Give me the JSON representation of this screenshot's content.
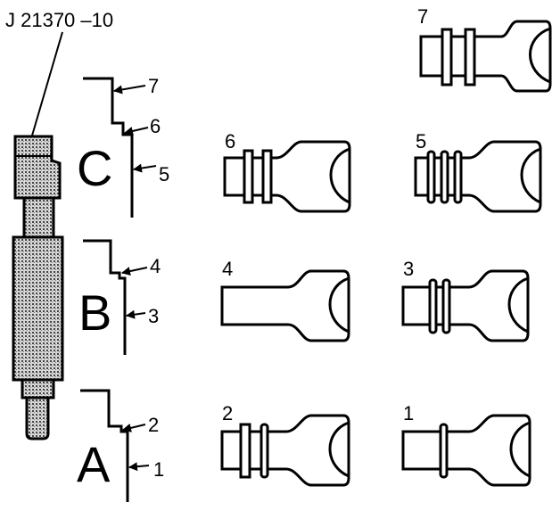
{
  "tool_label": "J 21370 –10",
  "sections": [
    {
      "letter": "C",
      "upper_step": "7",
      "lower_step": "6",
      "bore": "5"
    },
    {
      "letter": "B",
      "upper_step": "4",
      "bore": "3"
    },
    {
      "letter": "A",
      "upper_step": "2",
      "bore": "1"
    }
  ],
  "valves": [
    {
      "number": "7"
    },
    {
      "number": "6"
    },
    {
      "number": "5"
    },
    {
      "number": "4"
    },
    {
      "number": "3"
    },
    {
      "number": "2"
    },
    {
      "number": "1"
    }
  ],
  "colors": {
    "line": "#000000",
    "fill": "#ffffff",
    "hatch": "#555555"
  }
}
